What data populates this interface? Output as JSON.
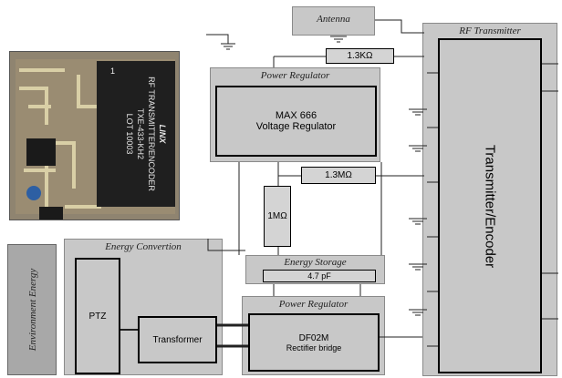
{
  "photo": {
    "chip_brand": "LINX",
    "chip_line1": "RF TRANSMITTER/ENCODER",
    "chip_line2": "TXE-433-KH2",
    "chip_line3": "LOT 10003",
    "pin_marker": "1"
  },
  "environment_energy": {
    "label": "Environment Energy"
  },
  "energy_conversion": {
    "title": "Energy Convertion",
    "ptz_label": "PTZ",
    "transformer_label": "Transformer"
  },
  "power_regulator_top": {
    "title": "Power Regulator",
    "chip_name": "MAX 666",
    "chip_desc": "Voltage Regulator"
  },
  "power_regulator_bottom": {
    "title": "Power Regulator",
    "chip_name": "DF02M",
    "chip_desc": "Rectifier bridge"
  },
  "energy_storage": {
    "title": "Energy Storage",
    "value": "4.7 pF"
  },
  "resistors": {
    "r1": "1.3KΩ",
    "r2": "1.3MΩ",
    "r3": "1MΩ"
  },
  "antenna": {
    "label": "Antenna"
  },
  "rf_transmitter": {
    "title": "RF Transmitter",
    "inner_label": "Transmitter/Encoder"
  }
}
